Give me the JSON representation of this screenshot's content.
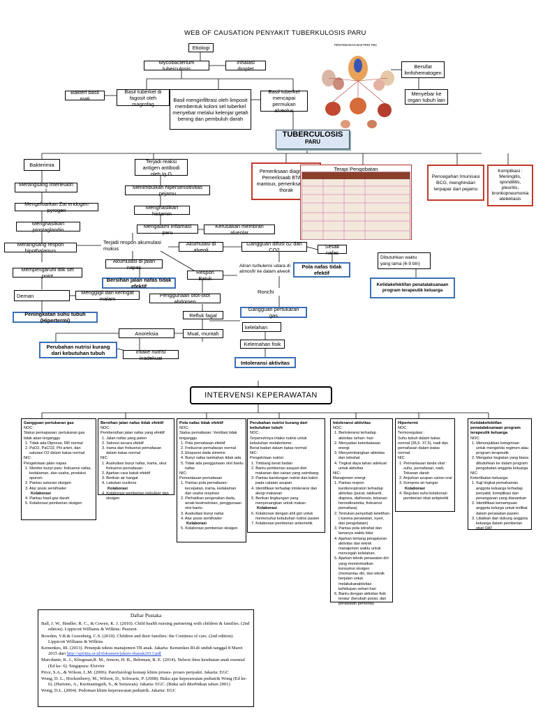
{
  "header": {
    "title": "WEB OF CAUSATION PENYAKIT TUBERKULOSIS PARU",
    "image_caption": "PENYEBARAN BAKTERI TBC"
  },
  "nodes": {
    "etiologi": "Etiologi",
    "mycobacterium": "Mycobacterium tuberculosis",
    "inhalasi": "Inhalasi droplet",
    "bersifat": "Bersifat limfohematogen",
    "menyebar": "Menyebar ke organ tubuh lain",
    "bakteri_mati": "Bakteri  basil mati",
    "fagosit": "Basil tuberkel di fagosit oleh magrofag",
    "menginfiltrasi": "Basil menginfiltrasi oleh limposit membentuk koloni sel tuberkel menyebar melalui kelenjar getah bening dan pembuluh darah",
    "mencapai": "Basil tuberkel mencapai permukan alveolus",
    "tb_main": "TUBERCULOSIS",
    "tb_sub": "PARU",
    "bakterimia": "Bakterimia",
    "reaksi_antigen": "Terjadi reaksi antigen antibodi oleh Ig G",
    "interleukin": "Merangsang interleukin 1",
    "hipersensitivitas": "Menimbulkan hipersensitivitas pejamu",
    "pyrogen": "Mengeluarkan Zat endogen pyrogen",
    "histamin": "Menghasilkan histamin",
    "prostaglandin": "Menghasilkan prostaglandin",
    "inflamasi": "Mengalami inflamasi paru",
    "kerusakan": "Kerusakan membran alveolar",
    "hipothalamus": "Merangsang respon hipothalamus",
    "akumulasi_mukus": "Terjadi respon akumulasi mukus",
    "akumulasi_alveoli": "Akumulasi di alveoli",
    "difusi": "Gangguan difusi o2 dan CO2",
    "sesak": "Sesak nafas",
    "akumulasi_napas": "Akumulasi di jalan napas",
    "respon_batuk": "Respon Batuk",
    "turbulensi": "Aliran turbulensi udara di atmosfir ke dalam alveoli",
    "set_point": "Mempengaruhi titik set point",
    "bersihan": "Bersihan jalan nafas tidak efektif",
    "ronchi": "Ronchi",
    "demam": "Deman",
    "menggigil": "Menggigil dan keringat malam",
    "otot": "Penggunaan otot-otot abdomen",
    "hipertermi": "Peningkatan suhu tubuh (Hipertermi)",
    "refluk": "Refluk fagal",
    "mual": "Mual, muntah",
    "kelelahan": "kelelahan",
    "anoreksia": "Anoreksia",
    "kelemahan": "Kelemahan fisik",
    "nutrisi": "Perubahan nutrisi kurang dari kebutuhan tubuh",
    "intake": "Intake nutrisi inadekuat",
    "intoleransi": "Intoleransi aktivitas",
    "pola_nafas": "Pola nafas tidak efektif",
    "gangguan_gas": "Gangguan pertukaran gas",
    "waktu": "Dibutuhkan waktu yang lama (6-9 bln)",
    "ketidakefektifan": "Ketidakefektifan  penatalaksanaan program  terapeutik keluarga",
    "diagnostik": "Pemeriksaan diagnostik: Pemeriksaab BTA, tes mantoux, pemeriksaan foto thorak",
    "terapi": "Terapi Pengobatan",
    "pencegahan": "Pencegahan Imunisasi BCG, menghindari terpapar dari pejamu",
    "komplikasi": "Komplikasi : Meningitis, spondilitis, pleuritis, bronkopneumonia atelektasis"
  },
  "intervensi_title": "INTERVENSI KEPERAWATAN",
  "columns": [
    {
      "title": "Gangguan pertukaran gas",
      "lines": [
        "NOC:",
        "Status pernapasan: pertukaran gas tidak akan terganggu",
        "1. Tidak ada Dipneue, RR normal",
        "2. PaO2, PaCO2, PH arteri, dan saturasi O2 dalam batas normal",
        "NIC:",
        "Pengelolaan jalan napas",
        "1. Monitor bunyi paru: frekuensi nafas, kedalaman, dan usaha, produksi spurum",
        "2. Pantau saturasi oksigen",
        "3. Atur posis semifowler",
        "Kolaborasi",
        "4. Pantau hasil gas darah",
        "5. Kolaborasi pemberian oksigen"
      ]
    },
    {
      "title": "Bersihan jalan nafas tidak efektif",
      "lines": [
        "NOC:",
        "Pembersihan jalan nafas yang efektif",
        "1. Jalan nafas yang paten",
        "2. Sekresi secara efektif",
        "3. Irama dan frekuensi pernafasan dalam batas normal",
        "NIC:",
        "1. Auskultasi bunyi nafas, irama, ukur frekuensi pernafasan",
        "2. Ajarkan cara batuk efektif",
        "3. Berikan air hangat",
        "4. Lakukan suctions",
        "Kolaborasi",
        "4. Kolaborasi pemberian nebulizer dan oksigen"
      ]
    },
    {
      "title": "Pola nafas tidak efektif",
      "lines": [
        "NOC:",
        "Status pernafasan: Ventilasi tidak terganggu",
        "1. Pola pernafasan efektif",
        "2. Frekuensi pernafasan normal",
        "3. Ekspansi dada simetris",
        "4. Bunyi nafas tambahan tidak ada",
        "5. Tidak ada penggunaan otot bantu nafas",
        "NIC:",
        "Pemantauan pernafasan",
        "1. Pantau pola pernafasan: kecepatan, irama, kedalaman dan usaha respirasi",
        "2. Perhatikan pergerakan dada, amati kesimetrisan, penggunaan otot bantu",
        "3. Auskultasi bunyi nafas",
        "4. Atur posis semifowler",
        "Kolaborasi",
        "5. Kolaborasi pemberian oksigen"
      ]
    },
    {
      "title": "Perubahan nutrisi kurang dari kebutuhan tubuh",
      "lines": [
        "NOC:",
        "Terpenuhinya intake nutrisi untuk kebutuhan metabolisme:",
        "Berat badan dalam batas normal",
        "NIC:",
        "Pengelolaan nutrisi:",
        "1. Timbang berat badan",
        "2. Bantu pemberian asupan diet makanan dan cairan yang seimbang",
        "3. Pantau kandungan nutrisi dan kalori pada catatan asupan",
        "4. Identifikasi terhadap intoleransi dan alergi makanan",
        "5. Berikan lingkungan yang menyenangkan untuk makan",
        "Kolaborasi",
        "6. Kolaborasi dengan ahli gizi untuk memenuhui kebutuhan nutrisi pasien",
        "7. Kolaborasi pemberian antiemetik"
      ]
    },
    {
      "title": "Intoleransi aktivitas",
      "lines": [
        "NOC:",
        "1. Bertoleransi terhadap aktivitas sehari- hari",
        "2. Menyadari keterbatasan energi",
        "3. Menyeimbangkan aktivitas dan istirahat",
        "4. Tingkat daya tahan adekuat untuk aktivitas",
        "NIC:",
        "Manajemen energi:",
        "1. Pantau respon kardiorespiratori terhadap aktivitas (pucat, takikardi, dispnea, diaforesis, tekanan hemodinamika, frekuensi pernafasa)",
        "2. Tentukan penyebab keletihan ( karena perawatan, nyeri, dan pengobatan)",
        "3. Pantau pola istirahat dan lamanya waktu tidur",
        "4. Ajarkan tentang pengaturan aktivitas dan teknik manajemen waktu untuk mencegah kelelahan.",
        "5. Ajarkan teknik perawatan diri yang meminimalkan konsumsi oksigen (memantau diri, dan teknik berjalan untuk melakukanaktivitas kehidupan sehari-hari",
        "6. Bantu dengan aktivitas fisik teratur (berubah posisi, dan perawatan personal)"
      ]
    },
    {
      "title": "Hipertermi",
      "lines": [
        "NOC",
        "Termoregulasi :",
        "Suhu tubuh dalam batas normal (36,5- 37,5), nadi dan pernafasan dalam batas normal",
        "NIC",
        "1. Pemantauan tanda vital : suhu, pernafasan, nadi, Tekanan darah",
        "2. Anjurkan asupan cairan oral",
        "3. Kompres air hangat",
        "Kolaborasi",
        "4. Regulasi suhu:kolaborasi pemberian obat antipiretik"
      ]
    },
    {
      "title": "Ketidakefektifan penatalaksanaan program terapeutik keluarga",
      "lines": [
        "NOC:",
        "1. Menunjukkan keinginnan untuk mengelola regimen atau program terapeutik",
        "2. Mengatur kegiatan yang biasa dibutuhkan ke dalam program pengobatan anggota keluarga",
        "NIC:",
        "Keterlibatan keluarga:",
        "1. Kaji tingkat pemahaman anggota keluarga terhadap penyakit, komplikasi dan penanganan yang dianankan",
        "2. Identifikasi kemampuan anggota kelurga untuk terlibat dalam perawatan pasien",
        "3. Libatkan dan dukung anggota keluarga dalam pemberian obat OAT"
      ]
    }
  ],
  "references": {
    "title": "Daftar Pustaka",
    "items": [
      "Ball, J. W., Bindler, R. C., & Cowen, K. J. (2010). Child health nursing partnering with children & families. (2nd edition). Lippicott Williams & Wilkins: Pearson",
      "Bowden, V.R.& Greenberg, C.S. (2010). Children and their families: the Continuu of care. (2nd edition). Lippicott Williams & Wilkins",
      "Kemenkes, RI. (2013). Petunjuk teknis manajemen TB anak. Jakarta: Kemenkes RI.di unduh tanggal 8 Maret 2015 dari",
      "Marcdante, K. J., Kliegman,R. M., Jenson, H. B., Behrman, R. E. (2014). Nelson ilmu kesehatan anak esensial (Ed ke- 6). Singapura: Elsivier",
      "Price, S.A., & Wilson, L.M. (2006). Patofisiologi konsep klinis proses- proses penyakit. Jakarta: EGC",
      "Wong, D. L., Hockenberry, M., Wilson, D., Schwartz, P. (2008). Buku ajar keperawatan pediatrik Wong (Ed ke-6). (Hartono, A., Kurnianingsih, S., & Setiawan). Jakarta: EGC. (Buku asli diterbitkan tahun 2001)",
      "Wong, D.L. (2004). Pedoman klinis keperawatan pediatrik. Jakarta: EGC"
    ],
    "link": "http://spiritia.or.id/dokumen/juknis-tbanak2013.pdf"
  }
}
